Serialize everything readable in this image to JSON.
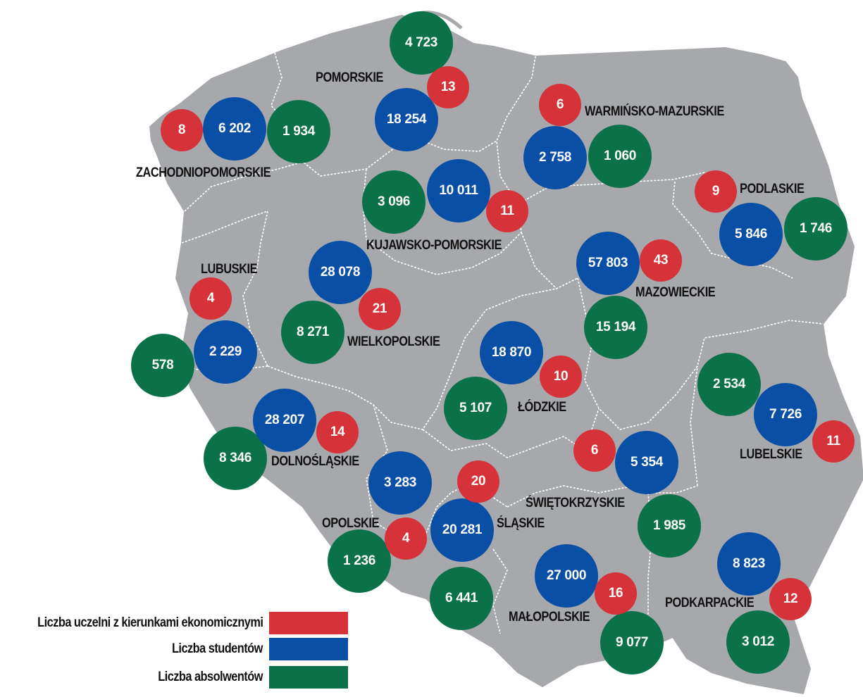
{
  "colors": {
    "land": "#a6a8ab",
    "border": "#ffffff",
    "universities": "#d6323a",
    "students": "#0a4fa6",
    "graduates": "#0b7148"
  },
  "legend": {
    "universities_label": "Liczba uczelni z kierunkami ekonomicznymi",
    "students_label": "Liczba studentów",
    "graduates_label": "Liczba absolwentów"
  },
  "regions": [
    {
      "name": "ZACHODNIOPOMORSKIE",
      "universities": "8",
      "students": "6 202",
      "graduates": "1 934"
    },
    {
      "name": "POMORSKIE",
      "universities": "13",
      "students": "18 254",
      "graduates": "4 723"
    },
    {
      "name": "WARMIŃSKO-MAZURSKIE",
      "universities": "6",
      "students": "2 758",
      "graduates": "1 060"
    },
    {
      "name": "PODLASKIE",
      "universities": "9",
      "students": "5 846",
      "graduates": "1 746"
    },
    {
      "name": "KUJAWSKO-POMORSKIE",
      "universities": "11",
      "students": "10 011",
      "graduates": "3 096"
    },
    {
      "name": "LUBUSKIE",
      "universities": "4",
      "students": "2 229",
      "graduates": "578"
    },
    {
      "name": "WIELKOPOLSKIE",
      "universities": "21",
      "students": "28 078",
      "graduates": "8 271"
    },
    {
      "name": "MAZOWIECKIE",
      "universities": "43",
      "students": "57 803",
      "graduates": "15 194"
    },
    {
      "name": "ŁÓDZKIE",
      "universities": "10",
      "students": "18 870",
      "graduates": "5 107"
    },
    {
      "name": "LUBELSKIE",
      "universities": "11",
      "students": "7 726",
      "graduates": "2 534"
    },
    {
      "name": "DOLNOŚLĄSKIE",
      "universities": "14",
      "students": "28 207",
      "graduates": "8 346"
    },
    {
      "name": "OPOLSKIE",
      "universities": "4",
      "students": "3 283",
      "graduates": "1 236"
    },
    {
      "name": "ŚLĄSKIE",
      "universities": "20",
      "students": "20 281",
      "graduates": "6 441"
    },
    {
      "name": "ŚWIĘTOKRZYSKIE",
      "universities": "6",
      "students": "5 354",
      "graduates": "1 985"
    },
    {
      "name": "MAŁOPOLSKIE",
      "universities": "16",
      "students": "27 000",
      "graduates": "9 077"
    },
    {
      "name": "PODKARPACKIE",
      "universities": "12",
      "students": "8 823",
      "graduates": "3 012"
    }
  ]
}
